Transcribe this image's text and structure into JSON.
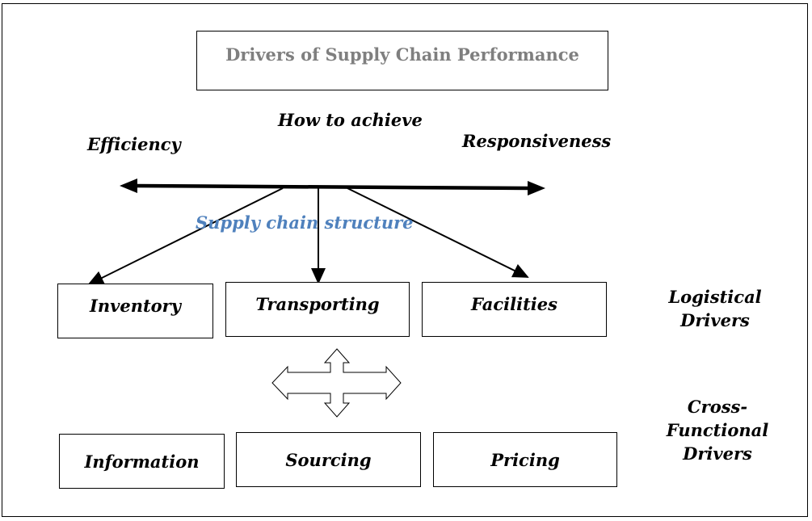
{
  "title": "Drivers of Supply Chain Performance",
  "axis": {
    "question": "How to achieve",
    "left_label": "Efficiency",
    "right_label": "Responsiveness",
    "structure_label": "Supply chain structure"
  },
  "logistical": {
    "group_label_line1": "Logistical",
    "group_label_line2": "Drivers",
    "nodes": [
      "Inventory",
      "Transporting",
      "Facilities"
    ]
  },
  "cross_functional": {
    "group_label_line1": "Cross-",
    "group_label_line2": "Functional",
    "group_label_line3": "Drivers",
    "nodes": [
      "Information",
      "Sourcing",
      "Pricing"
    ]
  },
  "colors": {
    "title_text": "#7f7f7f",
    "structure_label": "#4f81bd",
    "lines": "#000000"
  }
}
